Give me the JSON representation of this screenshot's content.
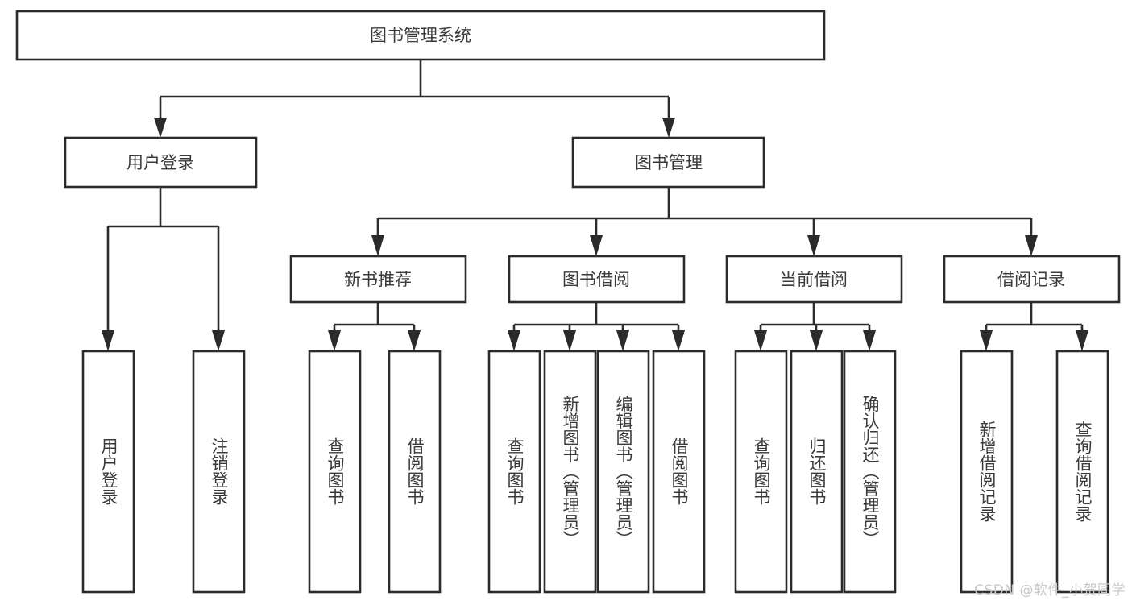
{
  "diagram": {
    "type": "tree",
    "title": "图书管理系统",
    "watermark": "CSDN @软件_小贺同学",
    "colors": {
      "box_stroke": "#2b2b2b",
      "box_fill": "#ffffff",
      "text": "#3a3a3a",
      "connector": "#2b2b2b",
      "watermark": "#c9c9c9"
    },
    "levels": {
      "root": {
        "label": "图书管理系统"
      },
      "level2": [
        {
          "label": "用户登录"
        },
        {
          "label": "图书管理"
        }
      ],
      "level3": [
        {
          "label": "新书推荐"
        },
        {
          "label": "图书借阅"
        },
        {
          "label": "当前借阅"
        },
        {
          "label": "借阅记录"
        }
      ],
      "leaves": {
        "user_login": [
          {
            "label": "用户登录"
          },
          {
            "label": "注销登录"
          }
        ],
        "new_book_recommend": [
          {
            "label": "查询图书"
          },
          {
            "label": "借阅图书"
          }
        ],
        "book_borrow": [
          {
            "label": "查询图书"
          },
          {
            "label": "新增图书（管理员）"
          },
          {
            "label": "编辑图书（管理员）"
          },
          {
            "label": "借阅图书"
          }
        ],
        "current_borrow": [
          {
            "label": "查询图书"
          },
          {
            "label": "归还图书"
          },
          {
            "label": "确认归还（管理员）"
          }
        ],
        "borrow_records": [
          {
            "label": "新增借阅记录"
          },
          {
            "label": "查询借阅记录"
          }
        ]
      }
    }
  }
}
